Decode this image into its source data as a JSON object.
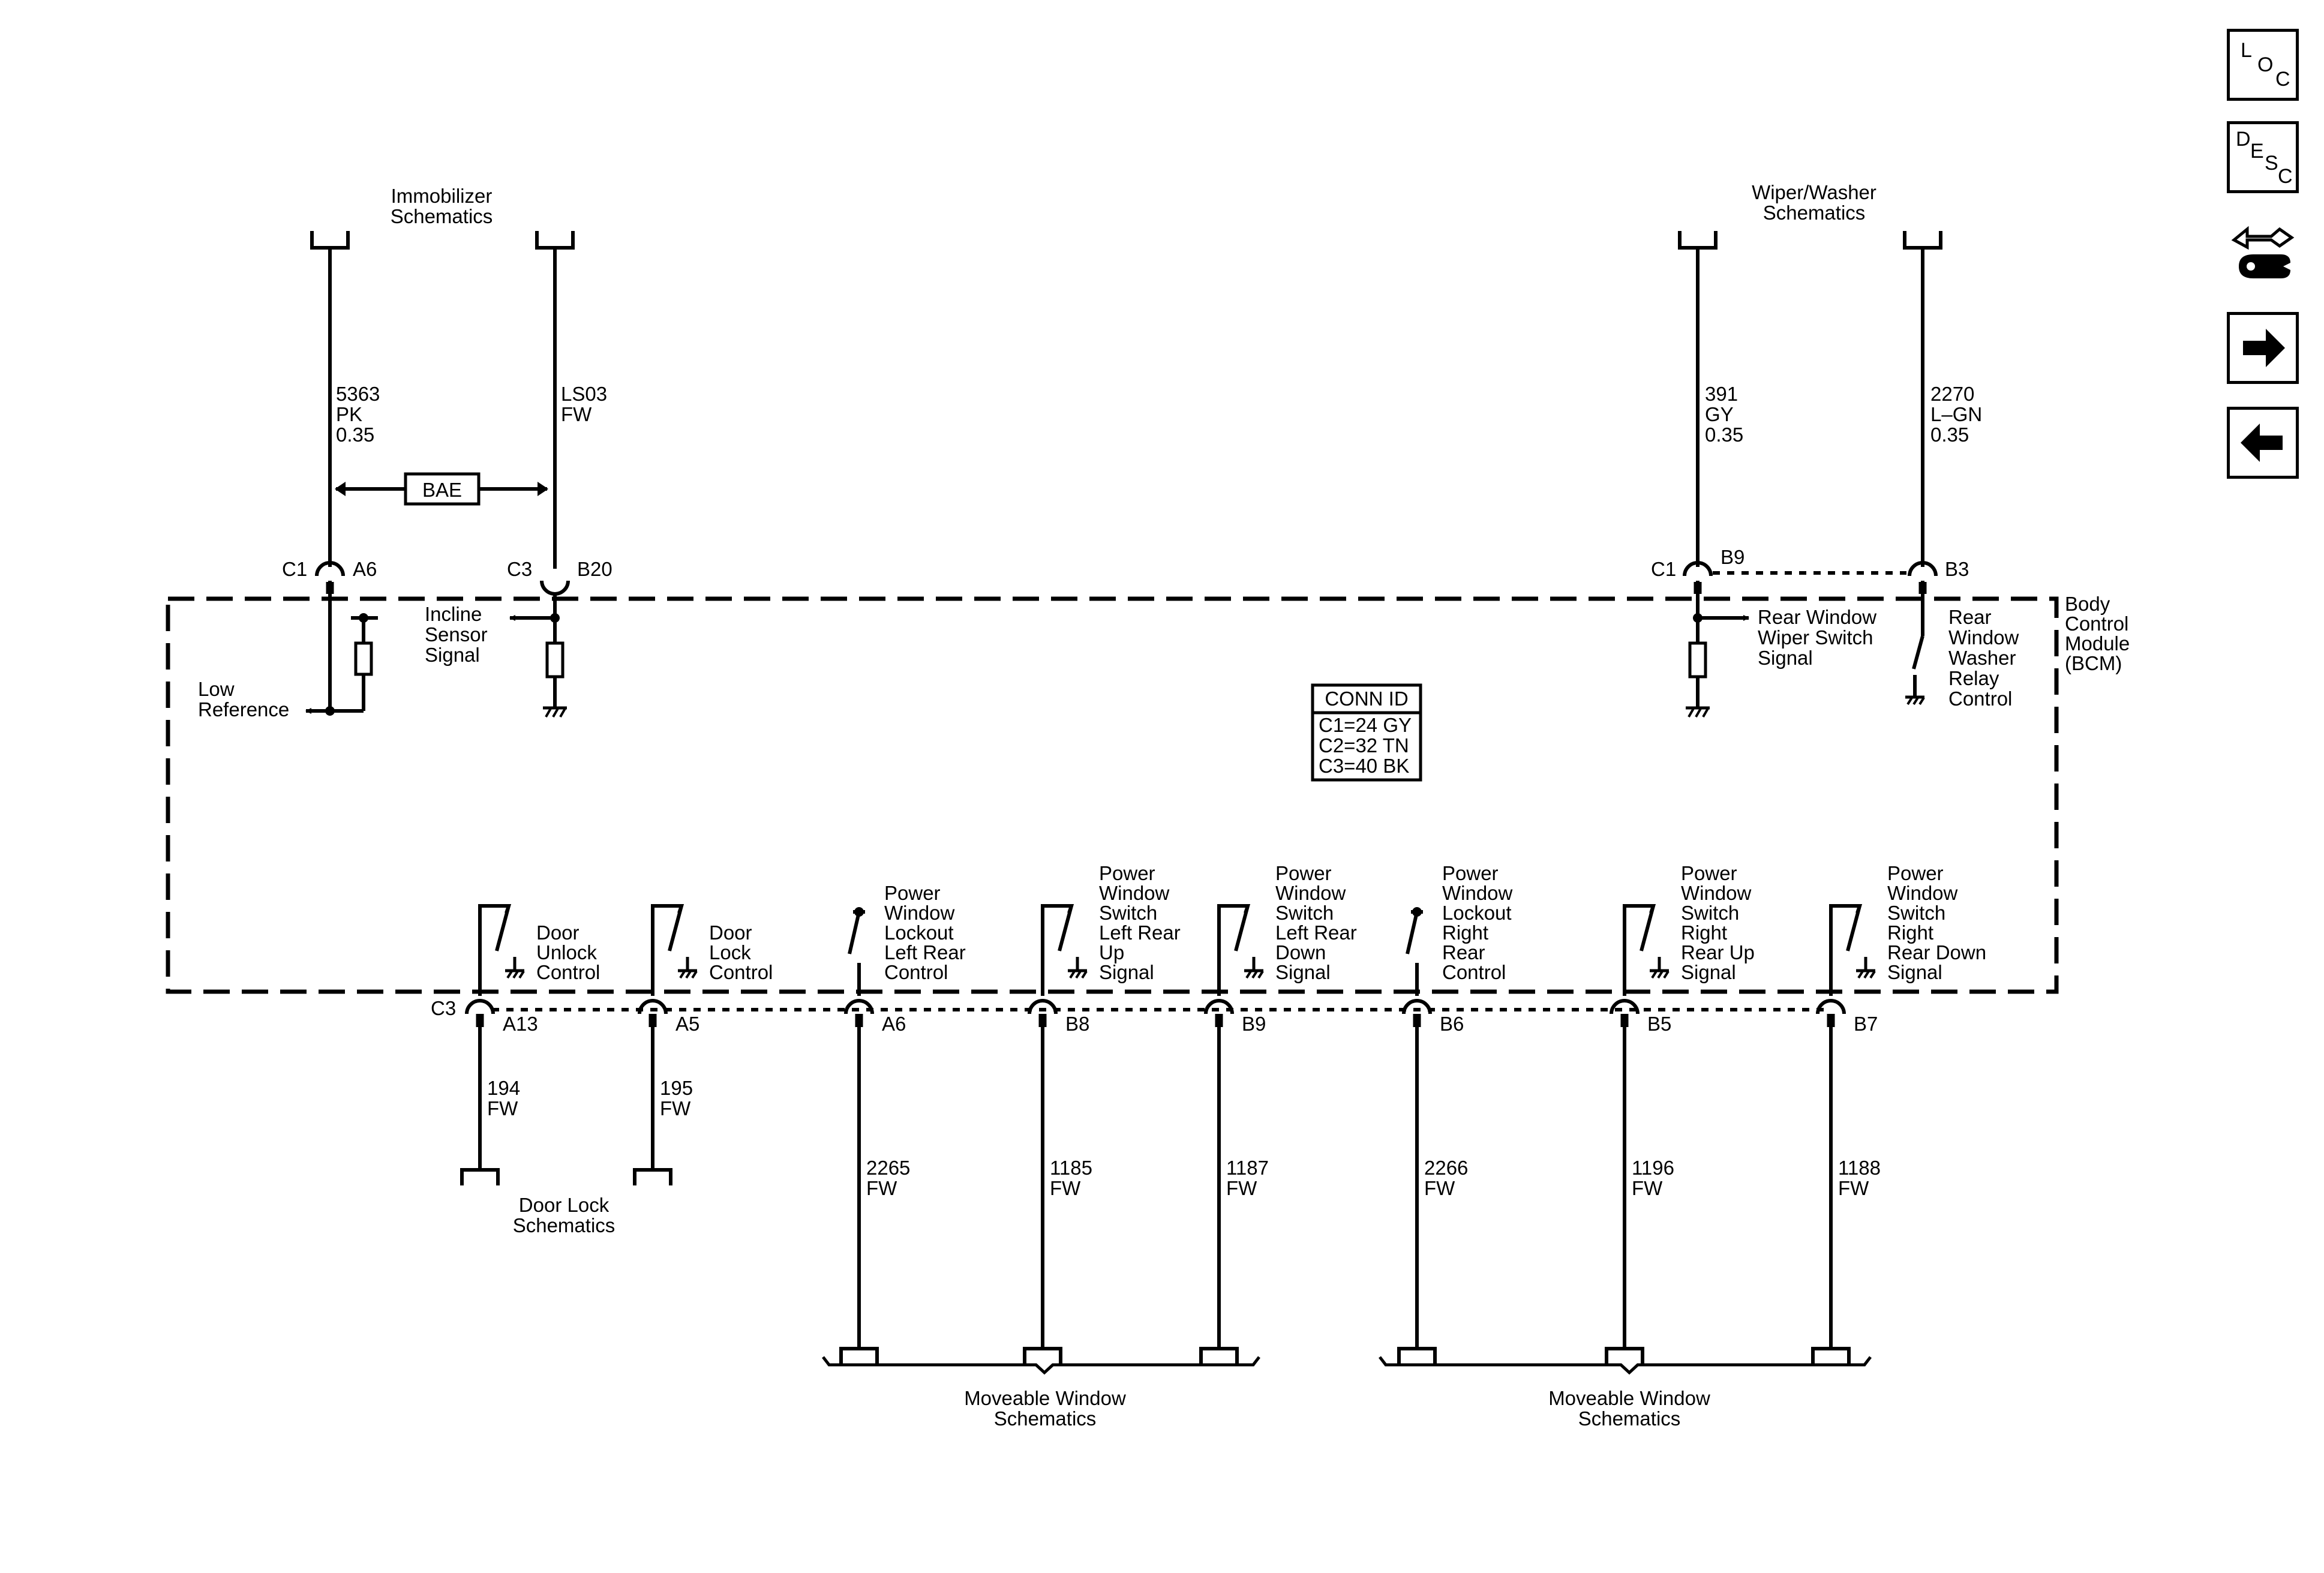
{
  "nav": {
    "loc_letters": [
      "L",
      "O",
      "C"
    ],
    "desc_letters": [
      "D",
      "E",
      "S",
      "C"
    ]
  },
  "refs": {
    "immobilizer": [
      "Immobilizer",
      "Schematics"
    ],
    "wiper_washer": [
      "Wiper/Washer",
      "Schematics"
    ],
    "door_lock": [
      "Door Lock",
      "Schematics"
    ],
    "moveable_window_left": [
      "Moveable Window",
      "Schematics"
    ],
    "moveable_window_right": [
      "Moveable Window",
      "Schematics"
    ]
  },
  "bae_label": "BAE",
  "module_name": [
    "Body",
    "Control",
    "Module",
    "(BCM)"
  ],
  "conn_table": {
    "title": "CONN ID",
    "rows": [
      "C1=24 GY",
      "C2=32 TN",
      "C3=40 BK"
    ]
  },
  "top_wires": [
    {
      "circuit": "5363",
      "color": "PK",
      "gauge": "0.35",
      "conn": "C1",
      "pin": "A6"
    },
    {
      "circuit": "LS03",
      "color": "FW",
      "gauge": "",
      "conn": "C3",
      "pin": "B20"
    },
    {
      "circuit": "391",
      "color": "GY",
      "gauge": "0.35",
      "conn": "C1",
      "pin": "B9"
    },
    {
      "circuit": "2270",
      "color": "L–GN",
      "gauge": "0.35",
      "conn": "",
      "pin": "B3"
    }
  ],
  "top_signals": {
    "low_reference": [
      "Low",
      "Reference"
    ],
    "incline_sensor": [
      "Incline",
      "Sensor",
      "Signal"
    ],
    "rear_wiper_switch": [
      "Rear Window",
      "Wiper Switch",
      "Signal"
    ],
    "rear_washer_relay": [
      "Rear",
      "Window",
      "Washer",
      "Relay",
      "Control"
    ]
  },
  "bottom_conn_label": "C3",
  "bottom_wires": [
    {
      "pin": "A13",
      "circuit": "194",
      "color": "FW",
      "label": [
        "Door",
        "Unlock",
        "Control"
      ]
    },
    {
      "pin": "A5",
      "circuit": "195",
      "color": "FW",
      "label": [
        "Door",
        "Lock",
        "Control"
      ]
    },
    {
      "pin": "A6",
      "circuit": "2265",
      "color": "FW",
      "label": [
        "Power",
        "Window",
        "Lockout",
        "Left Rear",
        "Control"
      ]
    },
    {
      "pin": "B8",
      "circuit": "1185",
      "color": "FW",
      "label": [
        "Power",
        "Window",
        "Switch",
        "Left Rear",
        "Up",
        "Signal"
      ]
    },
    {
      "pin": "B9",
      "circuit": "1187",
      "color": "FW",
      "label": [
        "Power",
        "Window",
        "Switch",
        "Left Rear",
        "Down",
        "Signal"
      ]
    },
    {
      "pin": "B6",
      "circuit": "2266",
      "color": "FW",
      "label": [
        "Power",
        "Window",
        "Lockout",
        "Right",
        "Rear",
        "Control"
      ]
    },
    {
      "pin": "B5",
      "circuit": "1196",
      "color": "FW",
      "label": [
        "Power",
        "Window",
        "Switch",
        "Right",
        "Rear Up",
        "Signal"
      ]
    },
    {
      "pin": "B7",
      "circuit": "1188",
      "color": "FW",
      "label": [
        "Power",
        "Window",
        "Switch",
        "Right",
        "Rear Down",
        "Signal"
      ]
    }
  ]
}
